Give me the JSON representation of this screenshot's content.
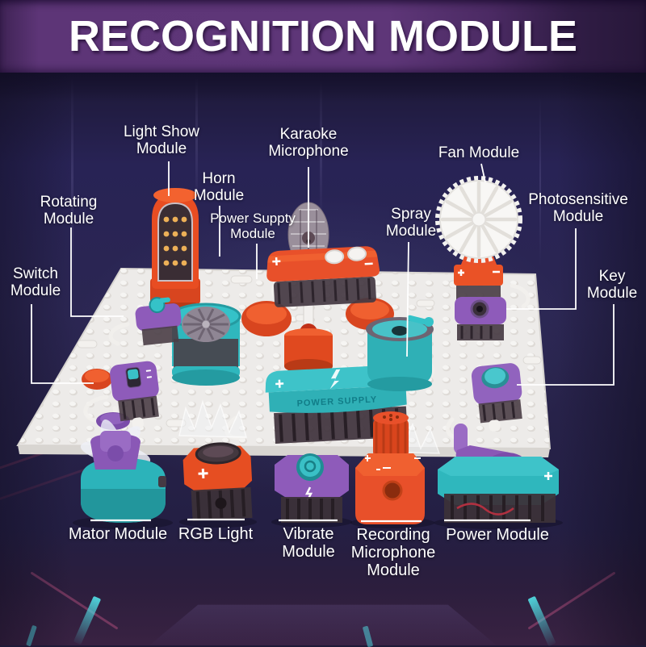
{
  "title": "RECOGNITION MODULE",
  "board": {
    "power_supply_label": "POWER SUPPLY"
  },
  "callouts": {
    "light_show": "Light Show\nModule",
    "karaoke": "Karaoke\nMicrophone",
    "fan": "Fan Module",
    "rotating": "Rotating\nModule",
    "horn": "Horn\nModule",
    "power_suppty": "Power Suppty\nModule",
    "spray": "Spray\nModule",
    "photosensitive": "Photosensitive\nModule",
    "switch": "Switch\nModule",
    "key": "Key\nModule"
  },
  "bottom_labels": {
    "mator": "Mator Module",
    "rgb": "RGB Light",
    "vibrate": "Vibrate\nModule",
    "recording": "Recording\nMicrophone\nModule",
    "power": "Power Module"
  },
  "colors": {
    "banner_purple": "#5d3577",
    "background_navy": "#272249",
    "module_orange": "#e8502a",
    "module_teal": "#2fb7bd",
    "module_purple": "#8e5bba",
    "board_white": "#edebe9",
    "label_text": "#ffffff"
  }
}
